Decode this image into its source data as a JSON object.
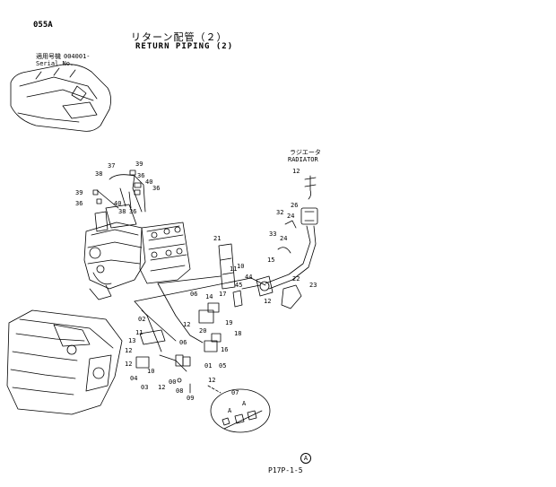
{
  "header": {
    "page_code": "055A",
    "title_jp": "リターン配管（２）",
    "title_en": "RETURN PIPING (2)",
    "serial_label_jp": "適用号機",
    "serial_value": "004001-",
    "serial_label_en": "Serial No."
  },
  "radiator": {
    "label_jp": "ラジエータ",
    "label_en": "RADIATOR"
  },
  "parts": [
    {
      "id": "p37",
      "label": "37"
    },
    {
      "id": "p39a",
      "label": "39"
    },
    {
      "id": "p38a",
      "label": "38"
    },
    {
      "id": "p36a",
      "label": "36"
    },
    {
      "id": "p40",
      "label": "40"
    },
    {
      "id": "p36b",
      "label": "36"
    },
    {
      "id": "p39b",
      "label": "39"
    },
    {
      "id": "p36c",
      "label": "36"
    },
    {
      "id": "p40b",
      "label": "40"
    },
    {
      "id": "p38b",
      "label": "38"
    },
    {
      "id": "p36d",
      "label": "36"
    },
    {
      "id": "p21",
      "label": "21"
    },
    {
      "id": "p11",
      "label": "11"
    },
    {
      "id": "p10",
      "label": "10"
    },
    {
      "id": "p17",
      "label": "17"
    },
    {
      "id": "p15",
      "label": "15"
    },
    {
      "id": "p12a",
      "label": "12"
    },
    {
      "id": "p26",
      "label": "26"
    },
    {
      "id": "p32",
      "label": "32"
    },
    {
      "id": "p24",
      "label": "24"
    },
    {
      "id": "p33",
      "label": "33"
    },
    {
      "id": "p24b",
      "label": "24"
    },
    {
      "id": "p44",
      "label": "44"
    },
    {
      "id": "p45",
      "label": "45"
    },
    {
      "id": "p12b",
      "label": "12"
    },
    {
      "id": "p22",
      "label": "22"
    },
    {
      "id": "p23",
      "label": "23"
    },
    {
      "id": "p06a",
      "label": "06"
    },
    {
      "id": "p14",
      "label": "14"
    },
    {
      "id": "p12c",
      "label": "12"
    },
    {
      "id": "p19",
      "label": "19"
    },
    {
      "id": "p20",
      "label": "20"
    },
    {
      "id": "p18",
      "label": "18"
    },
    {
      "id": "p02",
      "label": "02"
    },
    {
      "id": "p11b",
      "label": "11"
    },
    {
      "id": "p13",
      "label": "13"
    },
    {
      "id": "p06b",
      "label": "06"
    },
    {
      "id": "p12d",
      "label": "12"
    },
    {
      "id": "p16",
      "label": "16"
    },
    {
      "id": "p01",
      "label": "01"
    },
    {
      "id": "p05",
      "label": "05"
    },
    {
      "id": "p12e",
      "label": "12"
    },
    {
      "id": "p10b",
      "label": "10"
    },
    {
      "id": "p04",
      "label": "04"
    },
    {
      "id": "p03",
      "label": "03"
    },
    {
      "id": "p12f",
      "label": "12"
    },
    {
      "id": "p00",
      "label": "00"
    },
    {
      "id": "p08",
      "label": "08"
    },
    {
      "id": "p09",
      "label": "09"
    },
    {
      "id": "p12g",
      "label": "12"
    },
    {
      "id": "p07",
      "label": "07"
    },
    {
      "id": "pA1",
      "label": "A"
    },
    {
      "id": "pA2",
      "label": "A"
    }
  ],
  "footer": {
    "revision_mark": "A",
    "page_ref": "P17P-1-5"
  }
}
